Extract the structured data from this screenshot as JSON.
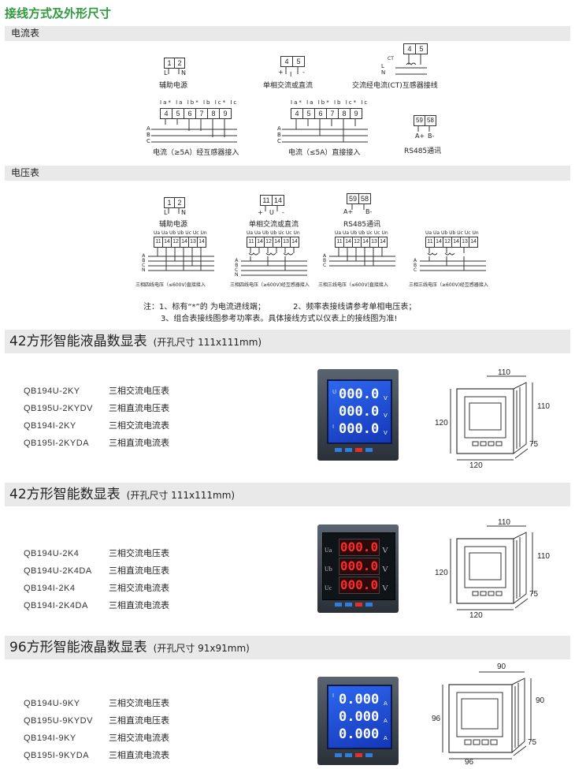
{
  "page_title": "接线方式及外形尺寸",
  "sections": {
    "current_meter": "电流表",
    "voltage_meter": "电压表"
  },
  "current_diagrams": {
    "aux_power": {
      "terminals": [
        "1",
        "2"
      ],
      "marks": [
        "L",
        "N"
      ],
      "caption": "辅助电源"
    },
    "single_phase": {
      "terminals": [
        "4",
        "5"
      ],
      "marks": [
        "+",
        "I",
        "-"
      ],
      "caption": "单相交流或直流"
    },
    "ct_single": {
      "terminals": [
        "4",
        "5"
      ],
      "marks": [
        "CT",
        "L",
        "N"
      ],
      "caption": "交流经电流(CT)互感器接线"
    },
    "three_phase_ct": {
      "top_labels": [
        "Ia*",
        "Ia",
        "Ib*",
        "Ib",
        "Ic*",
        "Ic"
      ],
      "terminals": [
        "4",
        "5",
        "6",
        "7",
        "8",
        "9"
      ],
      "phases": [
        "A",
        "B",
        "C"
      ],
      "caption": "电流（≥5A）经互感器接入"
    },
    "three_phase_direct": {
      "top_labels": [
        "Ia*",
        "Ia",
        "Ib*",
        "Ib",
        "Ic*",
        "Ic"
      ],
      "terminals": [
        "4",
        "5",
        "6",
        "7",
        "8",
        "9"
      ],
      "phases": [
        "A",
        "B",
        "C"
      ],
      "caption": "电流（≤5A）直接接入"
    },
    "rs485": {
      "terminals": [
        "59",
        "58"
      ],
      "marks": [
        "A+",
        "B-"
      ],
      "caption": "RS485通讯"
    }
  },
  "voltage_diagrams": {
    "aux_power": {
      "terminals": [
        "1",
        "2"
      ],
      "marks": [
        "L",
        "N"
      ],
      "caption": "辅助电源"
    },
    "single_phase": {
      "terminals": [
        "11",
        "14"
      ],
      "marks": [
        "+",
        "U",
        "-"
      ],
      "caption": "单相交流或直流"
    },
    "rs485": {
      "terminals": [
        "59",
        "58"
      ],
      "marks": [
        "A+",
        "B-"
      ],
      "caption": "RS485通讯"
    },
    "four_wire_direct": {
      "top_labels": [
        "Ua",
        "Ua",
        "Ub",
        "Ub",
        "Uc",
        "Uc",
        "Un"
      ],
      "terminals": [
        "11",
        "14",
        "12",
        "14",
        "13",
        "14"
      ],
      "phases": [
        "A",
        "B",
        "C",
        "N"
      ],
      "caption": "三相四线电压（≤600V)直接接入"
    },
    "four_wire_pt": {
      "top_labels": [
        "Ua",
        "Ua",
        "Ub",
        "Ub",
        "Uc",
        "Uc",
        "Un"
      ],
      "terminals": [
        "11",
        "14",
        "12",
        "14",
        "13",
        "14"
      ],
      "phases": [
        "A",
        "B",
        "C",
        "N"
      ],
      "caption": "三相四线电压（≥600V)经互感器接入"
    },
    "three_wire_direct": {
      "top_labels": [
        "Ua",
        "Ua",
        "Ub",
        "Ub",
        "Uc",
        "Uc",
        "Un"
      ],
      "terminals": [
        "11",
        "14",
        "12",
        "14",
        "13",
        "14"
      ],
      "phases": [
        "A",
        "B",
        "C"
      ],
      "caption": "三相三线电压（≤600V)直接接入"
    },
    "three_wire_pt": {
      "top_labels": [
        "Ua",
        "Ua",
        "Ub",
        "Ub",
        "Uc",
        "Uc",
        "Un"
      ],
      "terminals": [
        "11",
        "14",
        "12",
        "14",
        "13",
        "14"
      ],
      "phases": [
        "A",
        "B",
        "C"
      ],
      "caption": "三相三线电压（≥600V)经互感器接入"
    }
  },
  "notes": {
    "line1a": "注：1、标有“*”的 为电流进线端；",
    "line1b": "2、频率表接线请参考单相电压表；",
    "line2": "3、组合表接线图参考功率表。具体接线方式以仪表上的接线图为准!"
  },
  "products": [
    {
      "title": "42方形智能液晶数显表",
      "subtitle": "(开孔尺寸 111x111mm)",
      "display": "lcd",
      "readings": [
        "000.0",
        "000.0",
        "000.0"
      ],
      "row_labels": [
        "U",
        "",
        "I"
      ],
      "units": [
        "V",
        "V",
        "V"
      ],
      "models": [
        {
          "code": "QB194U-2KY",
          "desc": "三相交流电压表"
        },
        {
          "code": "QB195U-2KYDV",
          "desc": "三相直流电压表"
        },
        {
          "code": "QB194I-2KY",
          "desc": "三相交流电流表"
        },
        {
          "code": "QB195I-2KYDA",
          "desc": "三相直流电流表"
        }
      ],
      "dims": {
        "width": "110",
        "height": "110",
        "panel_h": "120",
        "panel_w": "120",
        "depth": "75"
      }
    },
    {
      "title": "42方形智能数显表",
      "subtitle": "(开孔尺寸 111x111mm)",
      "display": "led",
      "readings": [
        "000.0",
        "000.0",
        "000.0"
      ],
      "row_labels": [
        "Ua",
        "Ub",
        "Uc"
      ],
      "units": [
        "V",
        "V",
        "V"
      ],
      "models": [
        {
          "code": "QB194U-2K4",
          "desc": "三相交流电压表"
        },
        {
          "code": "QB194U-2K4DA",
          "desc": "三相直流电压表"
        },
        {
          "code": "QB194I-2K4",
          "desc": "三相交流电流表"
        },
        {
          "code": "QB194I-2K4DA",
          "desc": "三相直流电流表"
        }
      ],
      "dims": {
        "width": "110",
        "height": "110",
        "panel_h": "120",
        "panel_w": "120",
        "depth": "75"
      }
    },
    {
      "title": "96方形智能液晶数显表",
      "subtitle": "(开孔尺寸 91x91mm)",
      "display": "lcd",
      "readings": [
        "0.000",
        "0.000",
        "0.000"
      ],
      "row_labels": [
        "I",
        "",
        ""
      ],
      "units": [
        "A",
        "A",
        "A"
      ],
      "models": [
        {
          "code": "QB194U-9KY",
          "desc": "三相交流电压表"
        },
        {
          "code": "QB195U-9KYDV",
          "desc": "三相直流电压表"
        },
        {
          "code": "QB194I-9KY",
          "desc": "三相交流电流表"
        },
        {
          "code": "QB195I-9KYDA",
          "desc": "三相直流电流表"
        }
      ],
      "dims": {
        "width": "90",
        "height": "90",
        "panel_h": "96",
        "panel_w": "96",
        "depth": "75"
      }
    }
  ],
  "colors": {
    "title_green": "#2e9a3e",
    "bar_gray": "#e9e9e9",
    "lcd_blue": "#1a4bd8",
    "led_red": "#e02020",
    "btn_blue": "#2f7de0",
    "btn_red": "#e03030"
  }
}
